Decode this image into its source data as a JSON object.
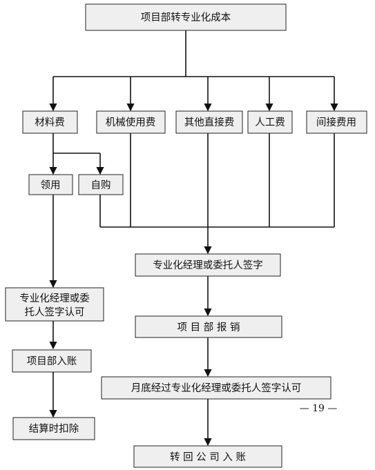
{
  "diagram": {
    "nodes": {
      "top": "项目部转专业化成本",
      "materials": "材料费",
      "machinery": "机械使用费",
      "other_direct": "其他直接费",
      "labor": "人工费",
      "indirect": "间接费用",
      "requisition": "领用",
      "self_purchase": "自购",
      "sign_main": "专业化经理或委托人签字",
      "sign_left_line1": "专业化经理或委",
      "sign_left_line2": "托人签字认可",
      "reimburse": "项 目 部 报 销",
      "dept_entry": "项目部入账",
      "month_end": "月底经过专业化经理或委托人签字认可",
      "settle_deduct": "结算时扣除",
      "company_entry": "转 回 公 司 入 账"
    },
    "page_number": "— 19 —"
  }
}
